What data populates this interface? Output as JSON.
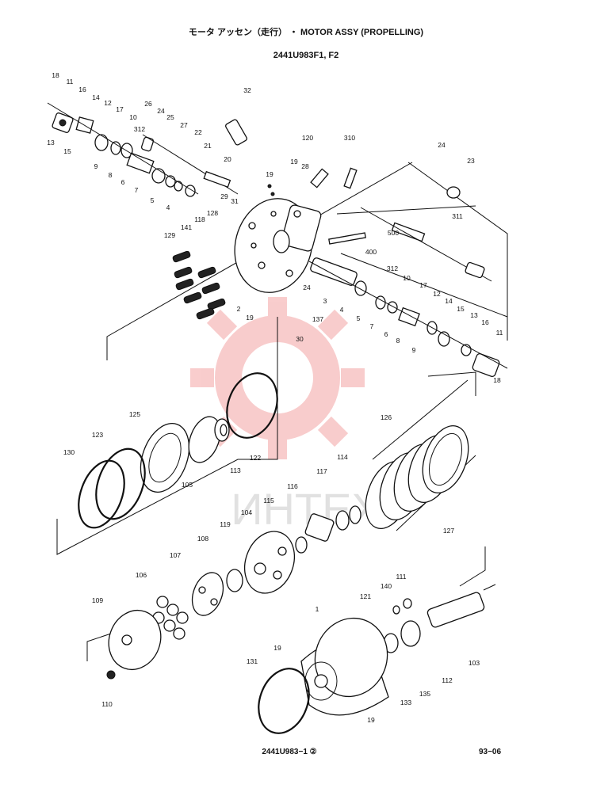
{
  "header": {
    "title": "モータ アッセン（走行） ・ MOTOR ASSY (PROPELLING)",
    "model": "2441U983F1, F2"
  },
  "footer": {
    "drawing_no": "2441U983−1 ②",
    "page": "93−06"
  },
  "watermark": {
    "text": "ИНТЕХ",
    "logo_color": "#e84a4a"
  },
  "callouts": [
    "18",
    "11",
    "16",
    "14",
    "12",
    "17",
    "10",
    "312",
    "26",
    "24",
    "25",
    "27",
    "22",
    "21",
    "20",
    "32",
    "120",
    "310",
    "24",
    "23",
    "13",
    "15",
    "9",
    "8",
    "6",
    "7",
    "5",
    "4",
    "19",
    "19",
    "28",
    "29",
    "31",
    "128",
    "118",
    "141",
    "129",
    "2",
    "19",
    "30",
    "137",
    "24",
    "3",
    "4",
    "5",
    "7",
    "6",
    "8",
    "9",
    "10",
    "312",
    "17",
    "12",
    "14",
    "15",
    "13",
    "16",
    "11",
    "18",
    "500",
    "400",
    "311",
    "125",
    "123",
    "130",
    "105",
    "113",
    "122",
    "126",
    "114",
    "117",
    "116",
    "115",
    "127",
    "104",
    "119",
    "108",
    "107",
    "106",
    "109",
    "110",
    "111",
    "140",
    "121",
    "103",
    "1",
    "19",
    "131",
    "133",
    "135",
    "112",
    "19"
  ]
}
